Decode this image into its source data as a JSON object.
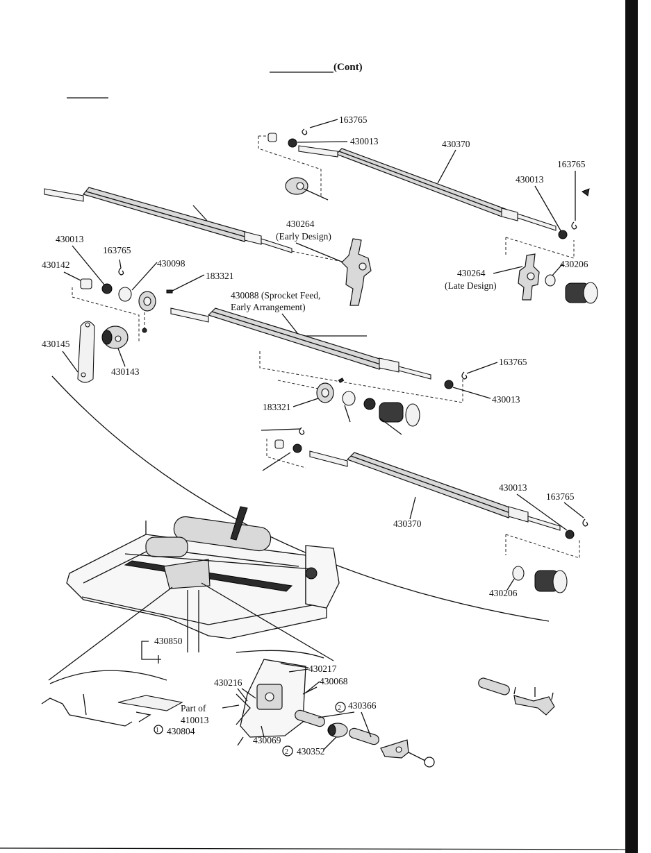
{
  "header": {
    "title_suffix": "(Cont)"
  },
  "labels": {
    "l1": "163765",
    "l2": "430013",
    "l3": "430370",
    "l4": "163765",
    "l5": "430013",
    "l6": "430264",
    "l7": "(Early Design)",
    "l8": "430013",
    "l9": "163765",
    "l10": "430142",
    "l11": "430098",
    "l12": "183321",
    "l13": "430088 (Sprocket Feed,",
    "l14": "Early Arrangement)",
    "l15": "430264",
    "l16": "(Late Design)",
    "l17": "430206",
    "l18": "430145",
    "l19": "430143",
    "l20": "163765",
    "l21": "183321",
    "l22": "430013",
    "l23": "430013",
    "l24": "163765",
    "l25": "430370",
    "l26": "430206",
    "l27": "430850",
    "l28": "430217",
    "l29": "430216",
    "l30": "430068",
    "l31": "430366",
    "l32": "Part of",
    "l33": "410013",
    "l34": "430804",
    "l35": "430069",
    "l36": "430352",
    "c1": "1",
    "c2": "2",
    "c3": "2"
  }
}
